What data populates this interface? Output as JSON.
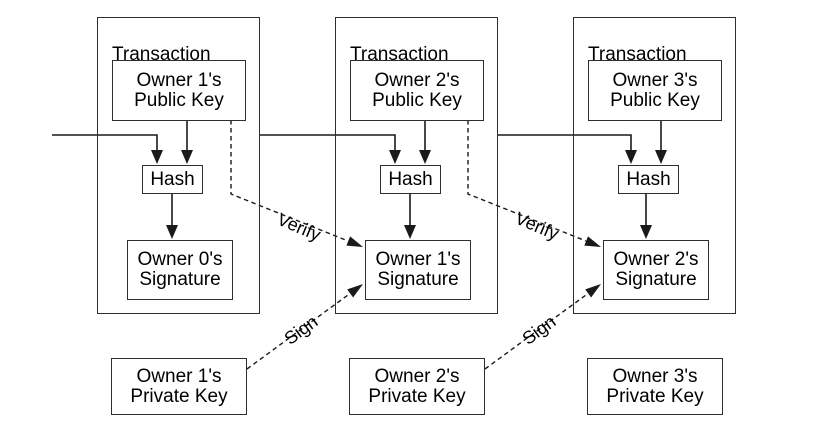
{
  "transactions": [
    {
      "title": "Transaction",
      "public_key": "Owner 1's\nPublic Key",
      "hash": "Hash",
      "signature": "Owner 0's\nSignature"
    },
    {
      "title": "Transaction",
      "public_key": "Owner 2's\nPublic Key",
      "hash": "Hash",
      "signature": "Owner 1's\nSignature"
    },
    {
      "title": "Transaction",
      "public_key": "Owner 3's\nPublic Key",
      "hash": "Hash",
      "signature": "Owner 2's\nSignature"
    }
  ],
  "private_key_boxes": [
    {
      "label": "Owner 1's\nPrivate Key"
    },
    {
      "label": "Owner 2's\nPrivate Key"
    },
    {
      "label": "Owner 3's\nPrivate Key"
    }
  ],
  "edge_labels": {
    "verify": "Verify",
    "sign": "Sign"
  },
  "colors": {
    "background": "#ffffff",
    "line": "#1a1a1a",
    "box_border": "#2e2e2e",
    "text": "#000000"
  }
}
